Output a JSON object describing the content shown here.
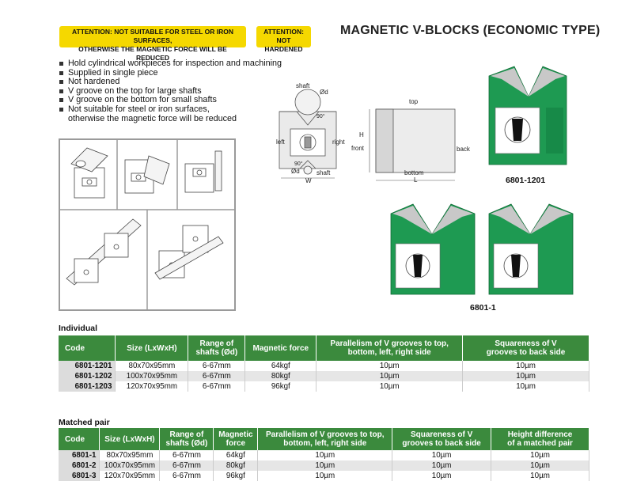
{
  "badges": {
    "steel_warning_line1": "ATTENTION: NOT SUITABLE FOR STEEL OR IRON SURFACES,",
    "steel_warning_line2": "OTHERWISE THE MAGNETIC FORCE WILL BE REDUCED",
    "hardened_line1": "ATTENTION:",
    "hardened_line2": "NOT HARDENED"
  },
  "title": "MAGNETIC V-BLOCKS (ECONOMIC TYPE)",
  "features": [
    "Hold cylindrical workpieces for inspection and machining",
    "Supplied in single piece",
    "Not hardened",
    "V groove on the top for large shafts",
    "V groove on the bottom for small shafts",
    "Not suitable for steel or iron surfaces,",
    "otherwise the magnetic force will be reduced"
  ],
  "diagram": {
    "shaft_top": "shaft",
    "diameter_top": "Ød",
    "angle_top": "90°",
    "left": "left",
    "right": "right",
    "diameter_bottom": "Ød",
    "angle_bottom": "90°",
    "shaft_bottom": "shaft",
    "width": "W",
    "top": "top",
    "front": "front",
    "back": "back",
    "bottom": "bottom",
    "length": "L",
    "height": "H"
  },
  "product_labels": {
    "p1201": "6801-1201",
    "p1": "6801-1"
  },
  "colors": {
    "header_green": "#3b8a3d",
    "badge_yellow": "#f5d800",
    "block_green": "#1e9a52"
  },
  "individual": {
    "title": "Individual",
    "headers": [
      "Code",
      "Size (LxWxH)",
      "Range of",
      "shafts (Ød)",
      "Magnetic force",
      "Parallelism of V grooves to top,",
      "bottom, left, right side",
      "Squareness of V",
      "grooves to back side"
    ],
    "rows": [
      [
        "6801-1201",
        "80x70x95mm",
        "6-67mm",
        "64kgf",
        "10µm",
        "10µm"
      ],
      [
        "6801-1202",
        "100x70x95mm",
        "6-67mm",
        "80kgf",
        "10µm",
        "10µm"
      ],
      [
        "6801-1203",
        "120x70x95mm",
        "6-67mm",
        "96kgf",
        "10µm",
        "10µm"
      ]
    ]
  },
  "matched": {
    "title": "Matched pair",
    "headers": [
      "Code",
      "Size (LxWxH)",
      "Range of",
      "shafts (Ød)",
      "Magnetic",
      "force",
      "Parallelism of V grooves to top,",
      "bottom, left, right side",
      "Squareness of V",
      "grooves to back side",
      "Height difference",
      "of a matched pair"
    ],
    "rows": [
      [
        "6801-1",
        "80x70x95mm",
        "6-67mm",
        "64kgf",
        "10µm",
        "10µm",
        "10µm"
      ],
      [
        "6801-2",
        "100x70x95mm",
        "6-67mm",
        "80kgf",
        "10µm",
        "10µm",
        "10µm"
      ],
      [
        "6801-3",
        "120x70x95mm",
        "6-67mm",
        "96kgf",
        "10µm",
        "10µm",
        "10µm"
      ]
    ]
  }
}
